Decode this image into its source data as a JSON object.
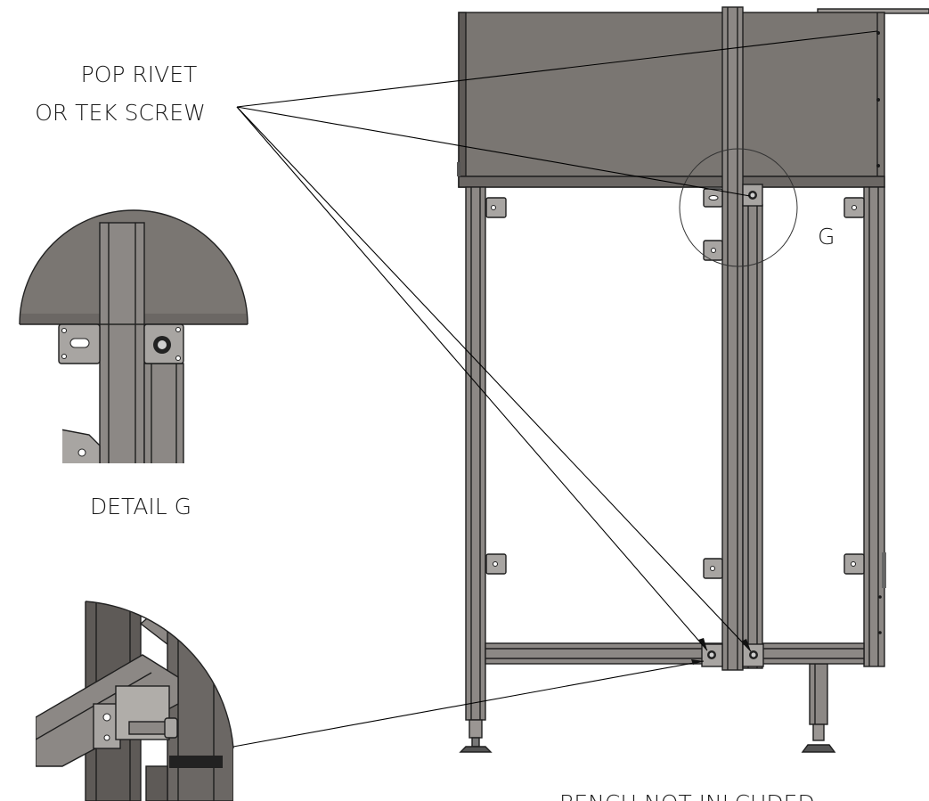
{
  "labels": {
    "callout_line1": "POP RIVET",
    "callout_line2": "OR TEK SCREW",
    "detail_marker": "G",
    "detail_title": "DETAIL G",
    "bottom_note": "BENCH NOT INLCUDED"
  },
  "colors": {
    "panel": "#7a7672",
    "panel_dark": "#5e5a57",
    "frame": "#8c8885",
    "frame_light": "#b0ada9",
    "bracket": "#a8a5a2",
    "line": "#1e1e1e"
  }
}
